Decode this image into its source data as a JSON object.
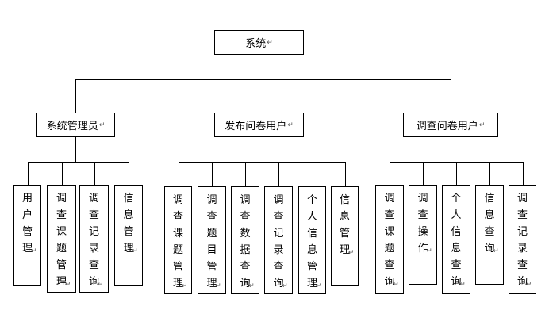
{
  "diagram": {
    "root": {
      "label": "系统"
    },
    "groups": [
      {
        "label": "系统管理员",
        "children": [
          "用户管理",
          "调查课题管理",
          "调查记录查询",
          "信息管理"
        ]
      },
      {
        "label": "发布问卷用户",
        "children": [
          "调查课题管理",
          "调查题目管理",
          "调查数据查询",
          "调查记录查询",
          "个人信息管理",
          "信息管理"
        ]
      },
      {
        "label": "调查问卷用户",
        "children": [
          "调查课题查询",
          "调查操作",
          "个人信息查询",
          "信息查询",
          "调查记录查询"
        ]
      }
    ],
    "paragraph_mark": "↵",
    "colors": {
      "line": "#000000",
      "box_fill": "#ffffff",
      "text": "#000000"
    }
  }
}
